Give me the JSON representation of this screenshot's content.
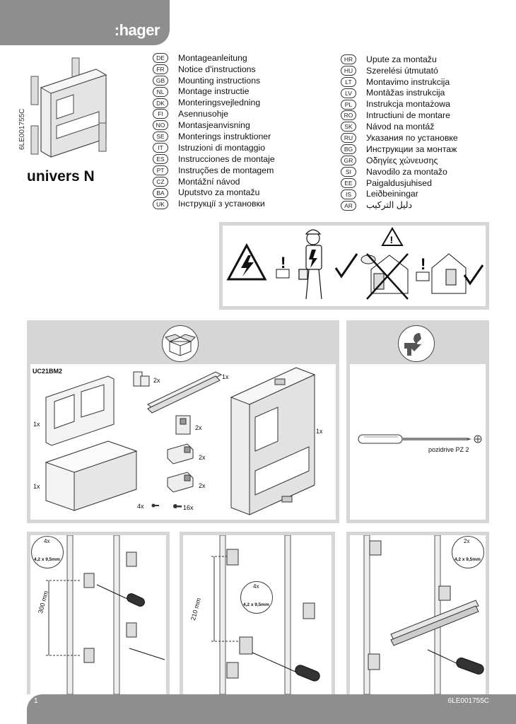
{
  "header": {
    "brand": ":hager"
  },
  "doc_code": "6LE001755C",
  "product_name": "univers N",
  "languages_left": [
    {
      "code": "DE",
      "label": "Montageanleitung"
    },
    {
      "code": "FR",
      "label": "Notice d'instructions"
    },
    {
      "code": "GB",
      "label": "Mounting instructions"
    },
    {
      "code": "NL",
      "label": "Montage instructie"
    },
    {
      "code": "DK",
      "label": "Monteringsvejledning"
    },
    {
      "code": "FI",
      "label": "Asennusohje"
    },
    {
      "code": "NO",
      "label": "Montasjeanvisning"
    },
    {
      "code": "SE",
      "label": "Monterings instruktioner"
    },
    {
      "code": "IT",
      "label": "Istruzioni di montaggio"
    },
    {
      "code": "ES",
      "label": "Instrucciones de montaje"
    },
    {
      "code": "PT",
      "label": "Instruções de montagem"
    },
    {
      "code": "CZ",
      "label": "Montážní návod"
    },
    {
      "code": "BA",
      "label": "Uputstvo za montažu"
    },
    {
      "code": "UK",
      "label": "Інструкції з установки"
    }
  ],
  "languages_right": [
    {
      "code": "HR",
      "label": "Upute za montažu"
    },
    {
      "code": "HU",
      "label": "Szerelési útmutató"
    },
    {
      "code": "LT",
      "label": "Montavimo instrukcija"
    },
    {
      "code": "LV",
      "label": "Montāžas instrukcija"
    },
    {
      "code": "PL",
      "label": "Instrukcja montażowa"
    },
    {
      "code": "RO",
      "label": "Intructiuni de montare"
    },
    {
      "code": "SK",
      "label": "Návod na montáž"
    },
    {
      "code": "RU",
      "label": "Указания по установке"
    },
    {
      "code": "BG",
      "label": "Инструкции за монтаж"
    },
    {
      "code": "GR",
      "label": "Οδηγίες χώνευσης"
    },
    {
      "code": "SI",
      "label": "Navodilo za montažo"
    },
    {
      "code": "EE",
      "label": "Paigaldusjuhised"
    },
    {
      "code": "IS",
      "label": "Leiðbeiningar"
    },
    {
      "code": "AR",
      "label": "دليل التركيب"
    }
  ],
  "parts": {
    "kit_ref": "UC21BM2",
    "plate_qty": "1x",
    "box_qty": "1x",
    "bracket_qty": "2x",
    "rail_qty": "1x",
    "clamp_qty": "2x",
    "connector_a_qty": "2x",
    "connector_b_qty": "2x",
    "screw_small_qty": "4x",
    "screw_large_qty": "16x",
    "cover_qty": "1x"
  },
  "tools": {
    "screwdriver_label": "pozidrive PZ 2"
  },
  "steps": {
    "step1": {
      "qty": "4x",
      "screw": "4,2 x 9,5mm",
      "distance": "300 mm"
    },
    "step2": {
      "qty": "4x",
      "screw": "4,2 x 9,5mm",
      "distance": "210 mm"
    },
    "step3": {
      "qty": "2x",
      "screw": "4,2 x 9,5mm"
    }
  },
  "footer": {
    "page": "1",
    "code": "6LE001755C"
  },
  "colors": {
    "header_gray": "#8e8e8e",
    "panel_gray": "#d6d6d6"
  }
}
